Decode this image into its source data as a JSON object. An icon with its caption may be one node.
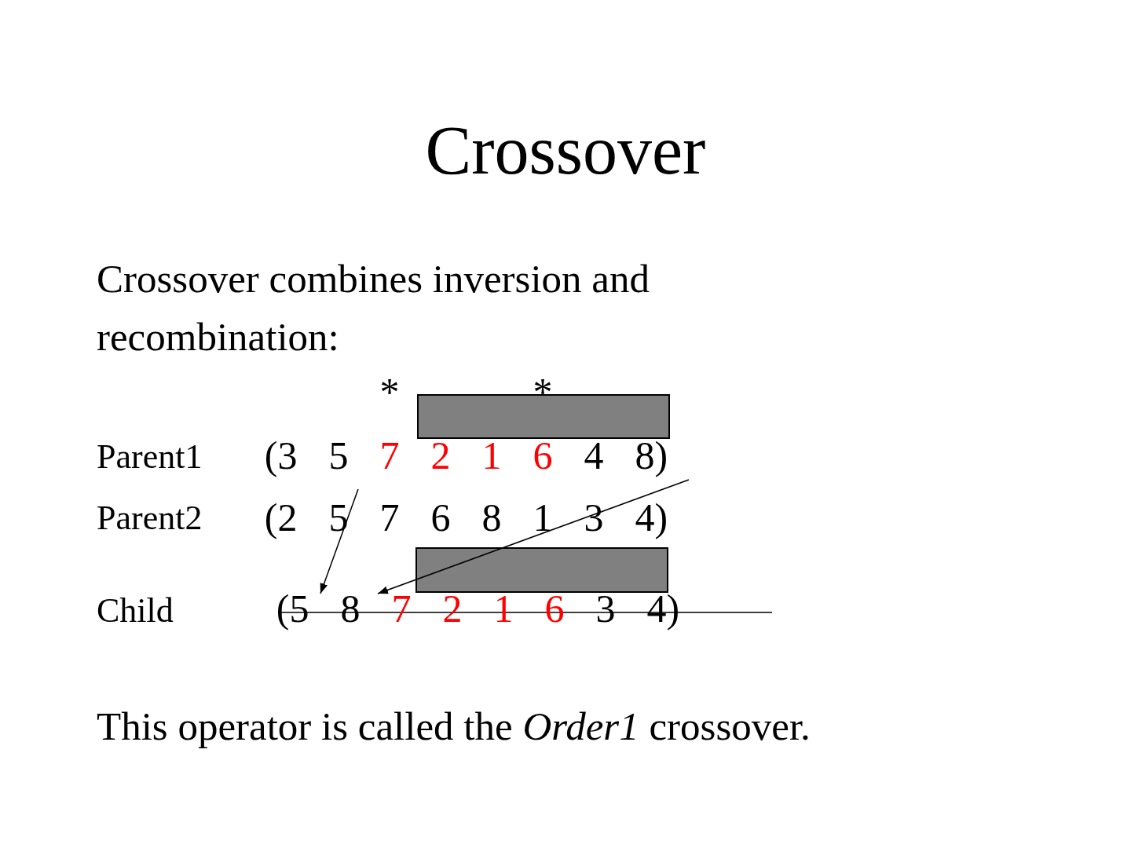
{
  "diagram": {
    "title": "Crossover",
    "nodes": [
      {
        "text": [],
        "shape": "box"
      },
      {
        "text": [
          "(2",
          "5",
          "7",
          "6",
          "8",
          "1",
          "3",
          "4)"
        ],
        "beside": [
          "Parent2"
        ]
      },
      {
        "text": [],
        "shape": "box"
      },
      {
        "text": [
          "(5",
          "8",
          "7",
          "2",
          "1",
          "6",
          "3",
          "4)"
        ],
        "beside": [
          "Child"
        ]
      }
    ],
    "edges": [
      {
        "from": 1,
        "to": 3,
        "arrow": "to"
      },
      {
        "from": null,
        "to": 3,
        "arrow": "to"
      }
    ],
    "labels": [
      "Crossover combines inversion and recombination:",
      "*",
      "*",
      "Parent1",
      "(3",
      "5",
      "7",
      "2",
      "1",
      "6",
      "4",
      "8)",
      "This operator is called the *Order1* crossover."
    ]
  }
}
